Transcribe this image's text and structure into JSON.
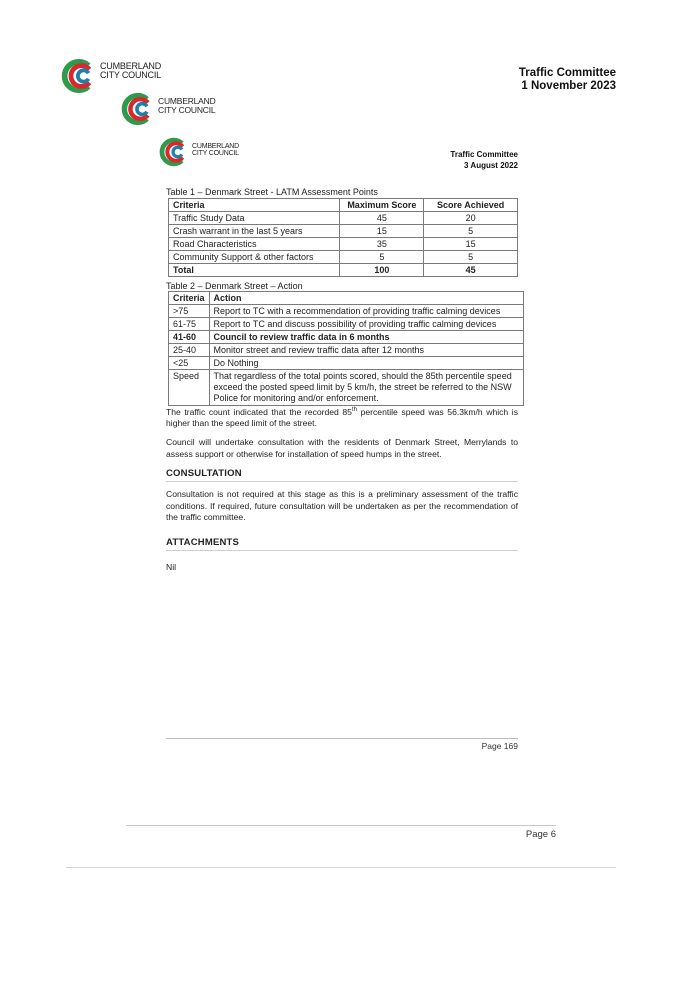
{
  "outer": {
    "council_line1": "CUMBERLAND",
    "council_line2": "CITY COUNCIL",
    "committee": "Traffic Committee",
    "date": "1 November 2023",
    "page": "Page 6"
  },
  "middle": {
    "council_line1": "CUMBERLAND",
    "council_line2": "CITY COUNCIL"
  },
  "inner": {
    "council_line1": "CUMBERLAND",
    "council_line2": "CITY COUNCIL",
    "committee": "Traffic Committee",
    "date": "3 August 2022",
    "page": "Page 169"
  },
  "table1": {
    "caption": "Table 1 – Denmark Street - LATM Assessment Points",
    "headers": [
      "Criteria",
      "Maximum Score",
      "Score Achieved"
    ],
    "rows": [
      [
        "Traffic Study Data",
        "45",
        "20"
      ],
      [
        "Crash warrant in the last 5 years",
        "15",
        "5"
      ],
      [
        "Road Characteristics",
        "35",
        "15"
      ],
      [
        "Community Support & other factors",
        "5",
        "5"
      ]
    ],
    "total": [
      "Total",
      "100",
      "45"
    ]
  },
  "table2": {
    "caption": "Table 2 – Denmark Street – Action",
    "headers": [
      "Criteria",
      "Action"
    ],
    "rows": [
      [
        ">75",
        "Report to TC with a recommendation of providing traffic calming devices"
      ],
      [
        "61-75",
        "Report to TC and discuss possibility of providing traffic calming devices"
      ],
      [
        "41-60",
        "Council to review traffic data in 6 months"
      ],
      [
        "25-40",
        "Monitor street and review traffic data after 12 months"
      ],
      [
        "<25",
        "Do Nothing"
      ],
      [
        "Speed",
        "That regardless of the total points scored, should the 85th percentile speed exceed the posted speed limit by 5 km/h, the street be referred to the NSW Police for monitoring and/or enforcement."
      ]
    ]
  },
  "body": {
    "p1_before": "The traffic count indicated that the recorded 85",
    "p1_sup": "th",
    "p1_after": " percentile speed was 56.3km/h which is higher than the speed limit of the street.",
    "p2": "Council will undertake consultation with the residents of Denmark Street, Merrylands to assess support or otherwise for installation of speed humps in the street.",
    "consultation_heading": "CONSULTATION",
    "consultation_text": "Consultation is not required at this stage as this is a preliminary assessment of the traffic conditions. If required, future consultation will be undertaken as per the recommendation of the traffic committee.",
    "attachments_heading": "ATTACHMENTS",
    "attachments_text": "Nil"
  },
  "colors": {
    "logo_green": "#2e9a4a",
    "logo_teal": "#1f7fa6",
    "logo_red": "#d7282f",
    "logo_navy": "#1d3f73"
  }
}
